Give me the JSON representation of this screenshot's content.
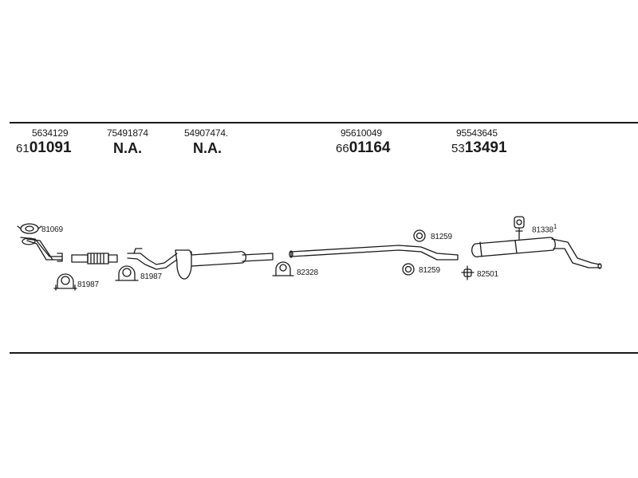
{
  "columns": [
    {
      "part_no": "5634129",
      "code_prefix": "61",
      "code_main": "01091"
    },
    {
      "part_no": "75491874",
      "na": "N.A."
    },
    {
      "part_no": "54907474.",
      "na": "N.A."
    },
    {
      "part_no": "95610049",
      "code_prefix": "66",
      "code_main": "01164"
    },
    {
      "part_no": "95543645",
      "code_prefix": "53",
      "code_main": "13491"
    }
  ],
  "labels": {
    "clamp_81069": "81069",
    "clamp_81987_a": "81987",
    "clamp_81987_b": "81987",
    "clamp_82328": "82328",
    "ring_81259_a": "81259",
    "ring_81259_b": "81259",
    "hanger_82501": "82501",
    "rubber_81338": "81338",
    "footnote": "1"
  },
  "colors": {
    "ink": "#1a1a1a",
    "paper": "#ffffff"
  }
}
